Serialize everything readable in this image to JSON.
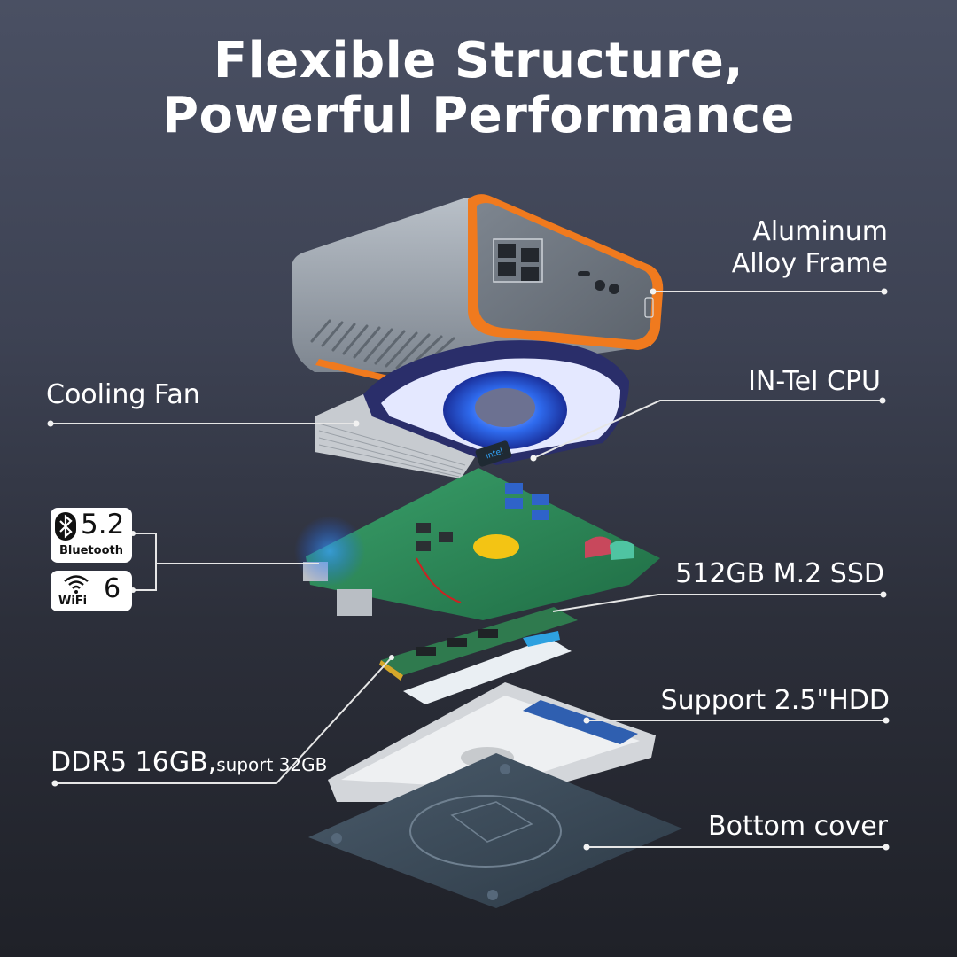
{
  "title": {
    "line1": "Flexible Structure,",
    "line2": "Powerful Performance"
  },
  "callouts": {
    "frame": {
      "line1": "Aluminum",
      "line2": "Alloy Frame"
    },
    "fan": {
      "label": "Cooling Fan"
    },
    "cpu": {
      "label": "IN-Tel CPU"
    },
    "ssd": {
      "label": "512GB M.2 SSD"
    },
    "hdd": {
      "label": "Support 2.5\"HDD"
    },
    "ram": {
      "main": "DDR5 16GB,",
      "sub": "suport 32GB"
    },
    "cover": {
      "label": "Bottom cover"
    }
  },
  "badges": {
    "bluetooth": {
      "value": "5.2",
      "label": "Bluetooth",
      "icon": "bluetooth-icon"
    },
    "wifi": {
      "value": "6",
      "label": "WiFi",
      "icon": "wifi-icon"
    }
  },
  "colors": {
    "accent_orange": "#f07a1e",
    "chassis_gray": "#8a929c",
    "fan_blue": "#2f6cf0",
    "pcb_green": "#2f8a5a",
    "cover_slate": "#3a4a58",
    "line_white": "#e6e6e6"
  }
}
